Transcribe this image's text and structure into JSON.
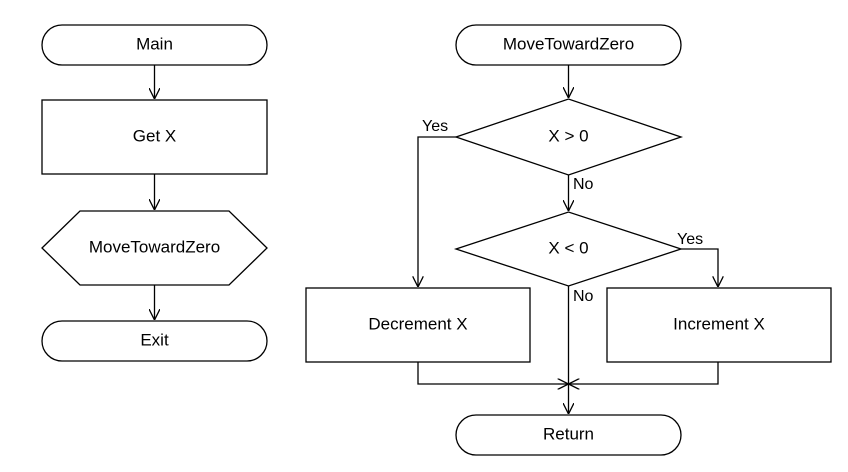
{
  "main_flow": {
    "start": "Main",
    "input": "Get X",
    "call": "MoveTowardZero",
    "end": "Exit"
  },
  "sub_flow": {
    "start": "MoveTowardZero",
    "decision_1": "X > 0",
    "decision_2": "X < 0",
    "yes_label": "Yes",
    "no_label": "No",
    "decrement": "Decrement X",
    "increment": "Increment X",
    "end": "Return"
  }
}
